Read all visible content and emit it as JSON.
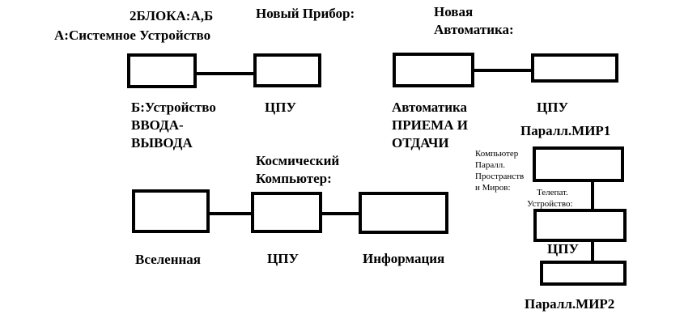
{
  "labels": {
    "two_blocks": "2БЛОКА:А,Б",
    "system_device": "А:Системное Устройство",
    "new_device": "Новый Прибор:",
    "new_automation": [
      "Новая",
      "Автоматика:"
    ],
    "io_device": [
      "Б:Устройство",
      "ВВОДА-",
      "ВЫВОДА"
    ],
    "cpu_1": "ЦПУ",
    "automation_rx_tx": [
      "Автоматика",
      "ПРИЕМА И",
      "ОТДАЧИ"
    ],
    "cpu_2": "ЦПУ",
    "parallel_world_1": "Паралл.МИР1",
    "space_computer": [
      "Космический",
      "Компьютер:"
    ],
    "universe": "Вселенная",
    "cpu_3": "ЦПУ",
    "information": "Информация",
    "parallel_computer": [
      "Компьютер",
      "Паралл.",
      "Пространств",
      "и Миров:"
    ],
    "telepathic_device": [
      "Телепат.",
      "Устройство:"
    ],
    "cpu_4": "ЦПУ",
    "parallel_world_2": "Паралл.МИР2"
  },
  "colors": {
    "stroke": "#000000",
    "background": "#ffffff"
  }
}
